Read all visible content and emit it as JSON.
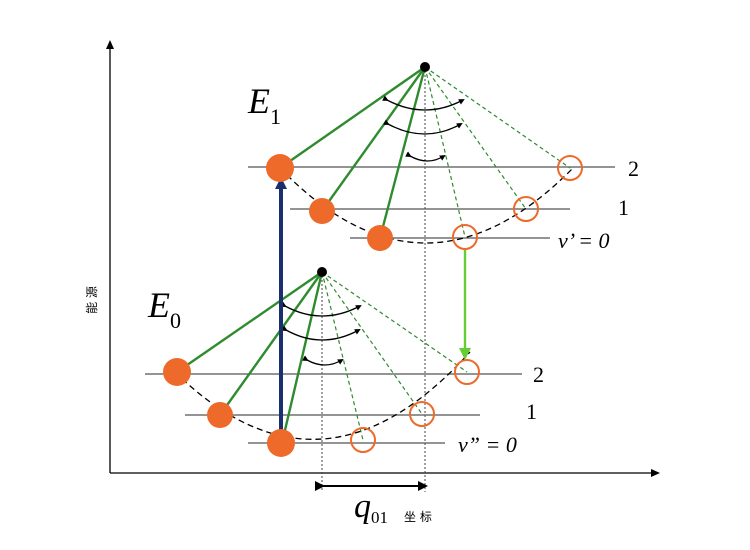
{
  "colors": {
    "atom_fill": "#ee6a2a",
    "ray_green": "#2e8b2e",
    "emission_green": "#66cc33",
    "absorption_navy": "#1a2f6e",
    "axis": "#000000"
  },
  "labels": {
    "y_axis": "能 源",
    "x_axis": "坐 标",
    "q_symbol": "q",
    "q_subscript": "01",
    "excited_state": {
      "symbol": "E",
      "subscript": "1"
    },
    "ground_state": {
      "symbol": "E",
      "subscript": "0"
    }
  },
  "excited_levels": [
    {
      "label": "2"
    },
    {
      "label": "1"
    },
    {
      "label": "v’ = 0"
    }
  ],
  "ground_levels": [
    {
      "label": "2"
    },
    {
      "label": "1"
    },
    {
      "label": "v” = 0"
    }
  ],
  "icons": {
    "absorption": "up-arrow-icon",
    "emission": "down-arrow-icon",
    "displacement": "double-arrow-icon"
  }
}
